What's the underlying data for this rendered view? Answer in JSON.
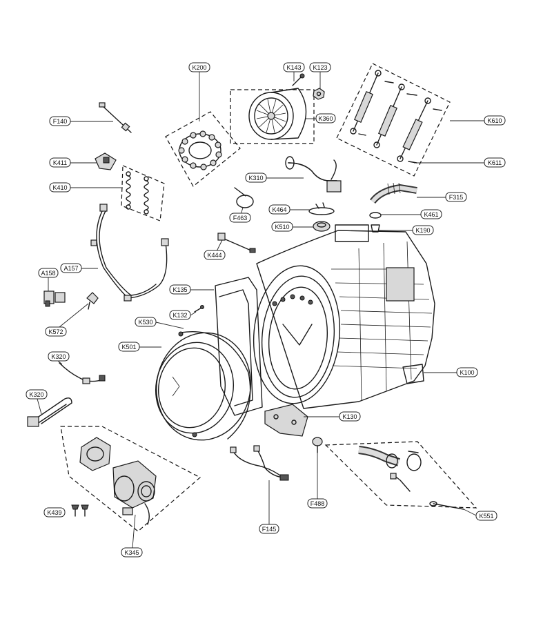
{
  "diagram": {
    "colors": {
      "line": "#1a1a1a",
      "background": "#ffffff",
      "label_border": "#222222"
    },
    "labels": {
      "K200": "K200",
      "K143": "K143",
      "K123": "K123",
      "K360": "K360",
      "K610": "K610",
      "K611": "K611",
      "F140": "F140",
      "K411": "K411",
      "K410": "K410",
      "K310": "K310",
      "F315": "F315",
      "K464": "K464",
      "F463": "F463",
      "K461": "K461",
      "K510": "K510",
      "K190": "K190",
      "K444": "K444",
      "A158": "A158",
      "A157": "A157",
      "K135": "K135",
      "K572": "K572",
      "K132": "K132",
      "K530": "K530",
      "K501": "K501",
      "K320a": "K320",
      "K320b": "K320",
      "K100": "K100",
      "K130": "K130",
      "F488": "F488",
      "K551": "K551",
      "K439": "K439",
      "F145": "F145",
      "K345": "K345"
    }
  }
}
